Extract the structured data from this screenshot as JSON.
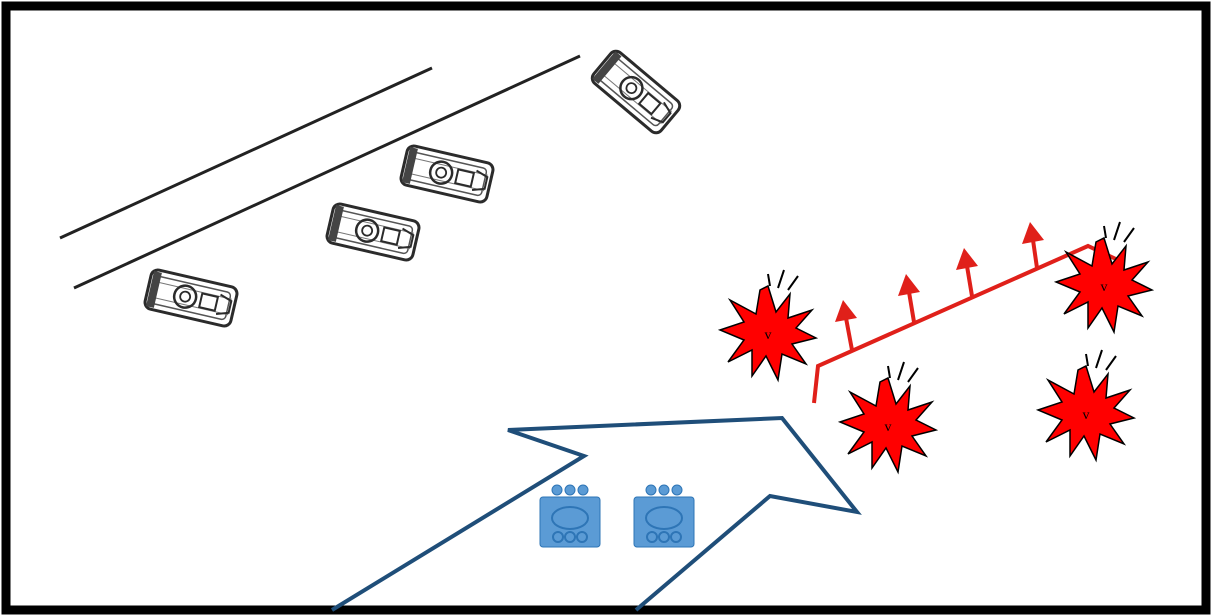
{
  "diagram": {
    "frame_color": "#000000",
    "background_color": "#ffffff",
    "road_color": "#222222",
    "vehicles": [
      {
        "icon": "armored-vehicle-icon",
        "color": "#2b2b2b"
      },
      {
        "icon": "armored-vehicle-icon",
        "color": "#2b2b2b"
      },
      {
        "icon": "armored-vehicle-icon",
        "color": "#2b2b2b"
      },
      {
        "icon": "armored-vehicle-icon",
        "color": "#2b2b2b"
      }
    ],
    "explosions": {
      "icon": "explosion-icon",
      "fill": "#ff0000",
      "stroke": "#000000",
      "labels": [
        "v",
        "v",
        "v",
        "v"
      ]
    },
    "front_line": {
      "color": "#e0201a",
      "arrow_count": 4
    },
    "advance_arrow": {
      "color": "#1f4e79"
    },
    "friendly_units": {
      "icon": "friendly-vehicle-icon",
      "fill": "#5b9bd5",
      "stroke": "#2e75b6",
      "count": 2
    }
  }
}
